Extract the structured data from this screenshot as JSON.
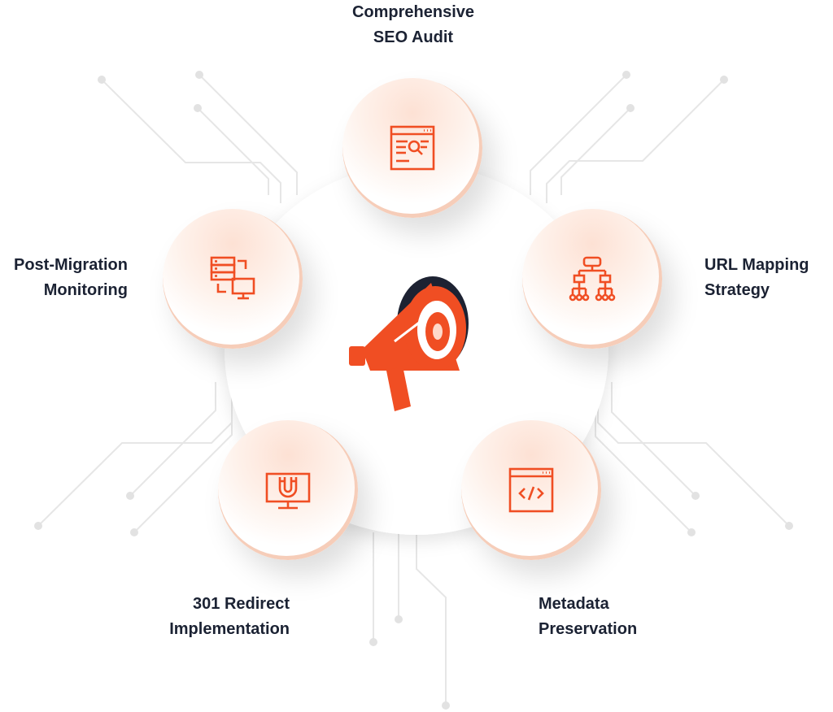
{
  "accent_color": "#f04e23",
  "text_color": "#1b2233",
  "center_icon": "megaphone-icon",
  "steps": [
    {
      "line1": "Comprehensive",
      "line2": "SEO Audit",
      "icon": "seo-audit-icon"
    },
    {
      "line1": "URL Mapping",
      "line2": "Strategy",
      "icon": "sitemap-icon"
    },
    {
      "line1": "Metadata",
      "line2": "Preservation",
      "icon": "code-window-icon"
    },
    {
      "line1": "301 Redirect",
      "line2": "Implementation",
      "icon": "magnet-monitor-icon"
    },
    {
      "line1": "Post-Migration",
      "line2": "Monitoring",
      "icon": "server-monitor-icon"
    }
  ]
}
